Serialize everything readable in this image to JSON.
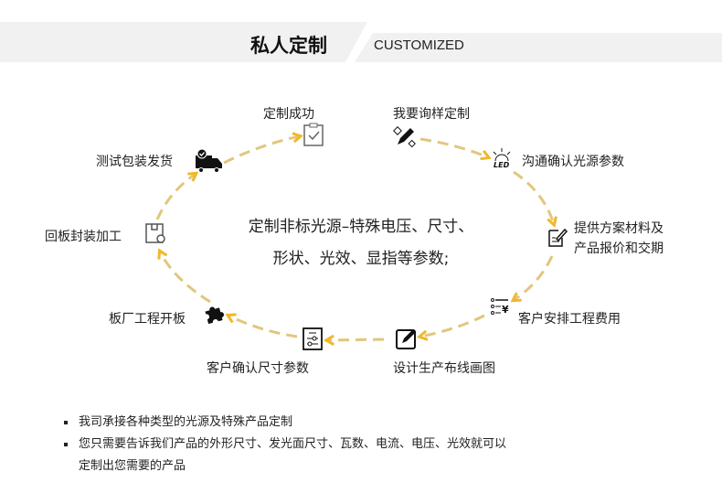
{
  "header": {
    "title": "私人定制",
    "subtitle": "CUSTOMIZED"
  },
  "center_text": {
    "line1": "定制非标光源–特殊电压、尺寸、",
    "line2": "形状、光效、显指等参数;"
  },
  "steps": [
    {
      "label": "我要询样定制",
      "icon": "pencil-ruler-icon"
    },
    {
      "label": "沟通确认光源参数",
      "icon": "led-icon"
    },
    {
      "label": "提供方案材料及",
      "label2": "产品报价和交期",
      "icon": "document-edit-icon"
    },
    {
      "label": "客户安排工程费用",
      "icon": "price-list-icon"
    },
    {
      "label": "设计生产布线画图",
      "icon": "edit-square-icon"
    },
    {
      "label": "客户确认尺寸参数",
      "icon": "settings-sheet-icon"
    },
    {
      "label": "板厂工程开板",
      "icon": "puzzle-icon"
    },
    {
      "label": "回板封装加工",
      "icon": "package-icon"
    },
    {
      "label": "测试包装发货",
      "icon": "truck-icon"
    },
    {
      "label": "定制成功",
      "icon": "clipboard-check-icon"
    }
  ],
  "notes": [
    "我司承接各种类型的光源及特殊产品定制",
    "您只需要告诉我们产品的外形尺寸、发光面尺寸、瓦数、电流、电压、光效就可以",
    "定制出您需要的产品"
  ],
  "colors": {
    "dash": "#e2c67e",
    "arrow": "#f0b82a",
    "band": "#f1f1f1"
  }
}
